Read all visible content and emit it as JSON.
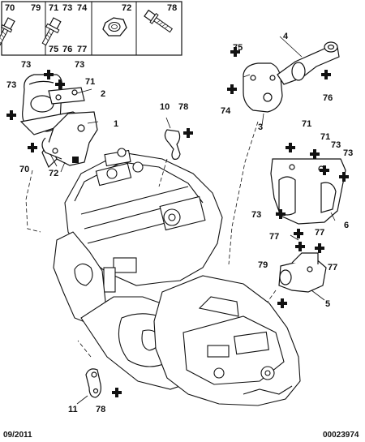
{
  "fastener_box": {
    "cells": [
      {
        "labels": [
          "70",
          "79"
        ]
      },
      {
        "labels": [
          "71",
          "73",
          "74",
          "75",
          "76",
          "77"
        ]
      },
      {
        "labels": [
          "72"
        ]
      },
      {
        "labels": [
          "78"
        ]
      }
    ]
  },
  "callouts": {
    "n1": "1",
    "n2": "2",
    "n3": "3",
    "n4": "4",
    "n5": "5",
    "n6": "6",
    "n10": "10",
    "n11": "11",
    "n70": "70",
    "n71a": "71",
    "n71b": "71",
    "n71c": "71",
    "n72": "72",
    "n73a": "73",
    "n73b": "73",
    "n73c": "73",
    "n73d": "73",
    "n73e": "73",
    "n73f": "73",
    "n74": "74",
    "n75": "75",
    "n76": "76",
    "n77a": "77",
    "n77b": "77",
    "n77c": "77",
    "n78a": "78",
    "n78b": "78",
    "n79": "79"
  },
  "footer": {
    "date": "09/2011",
    "reference": "00023974"
  }
}
